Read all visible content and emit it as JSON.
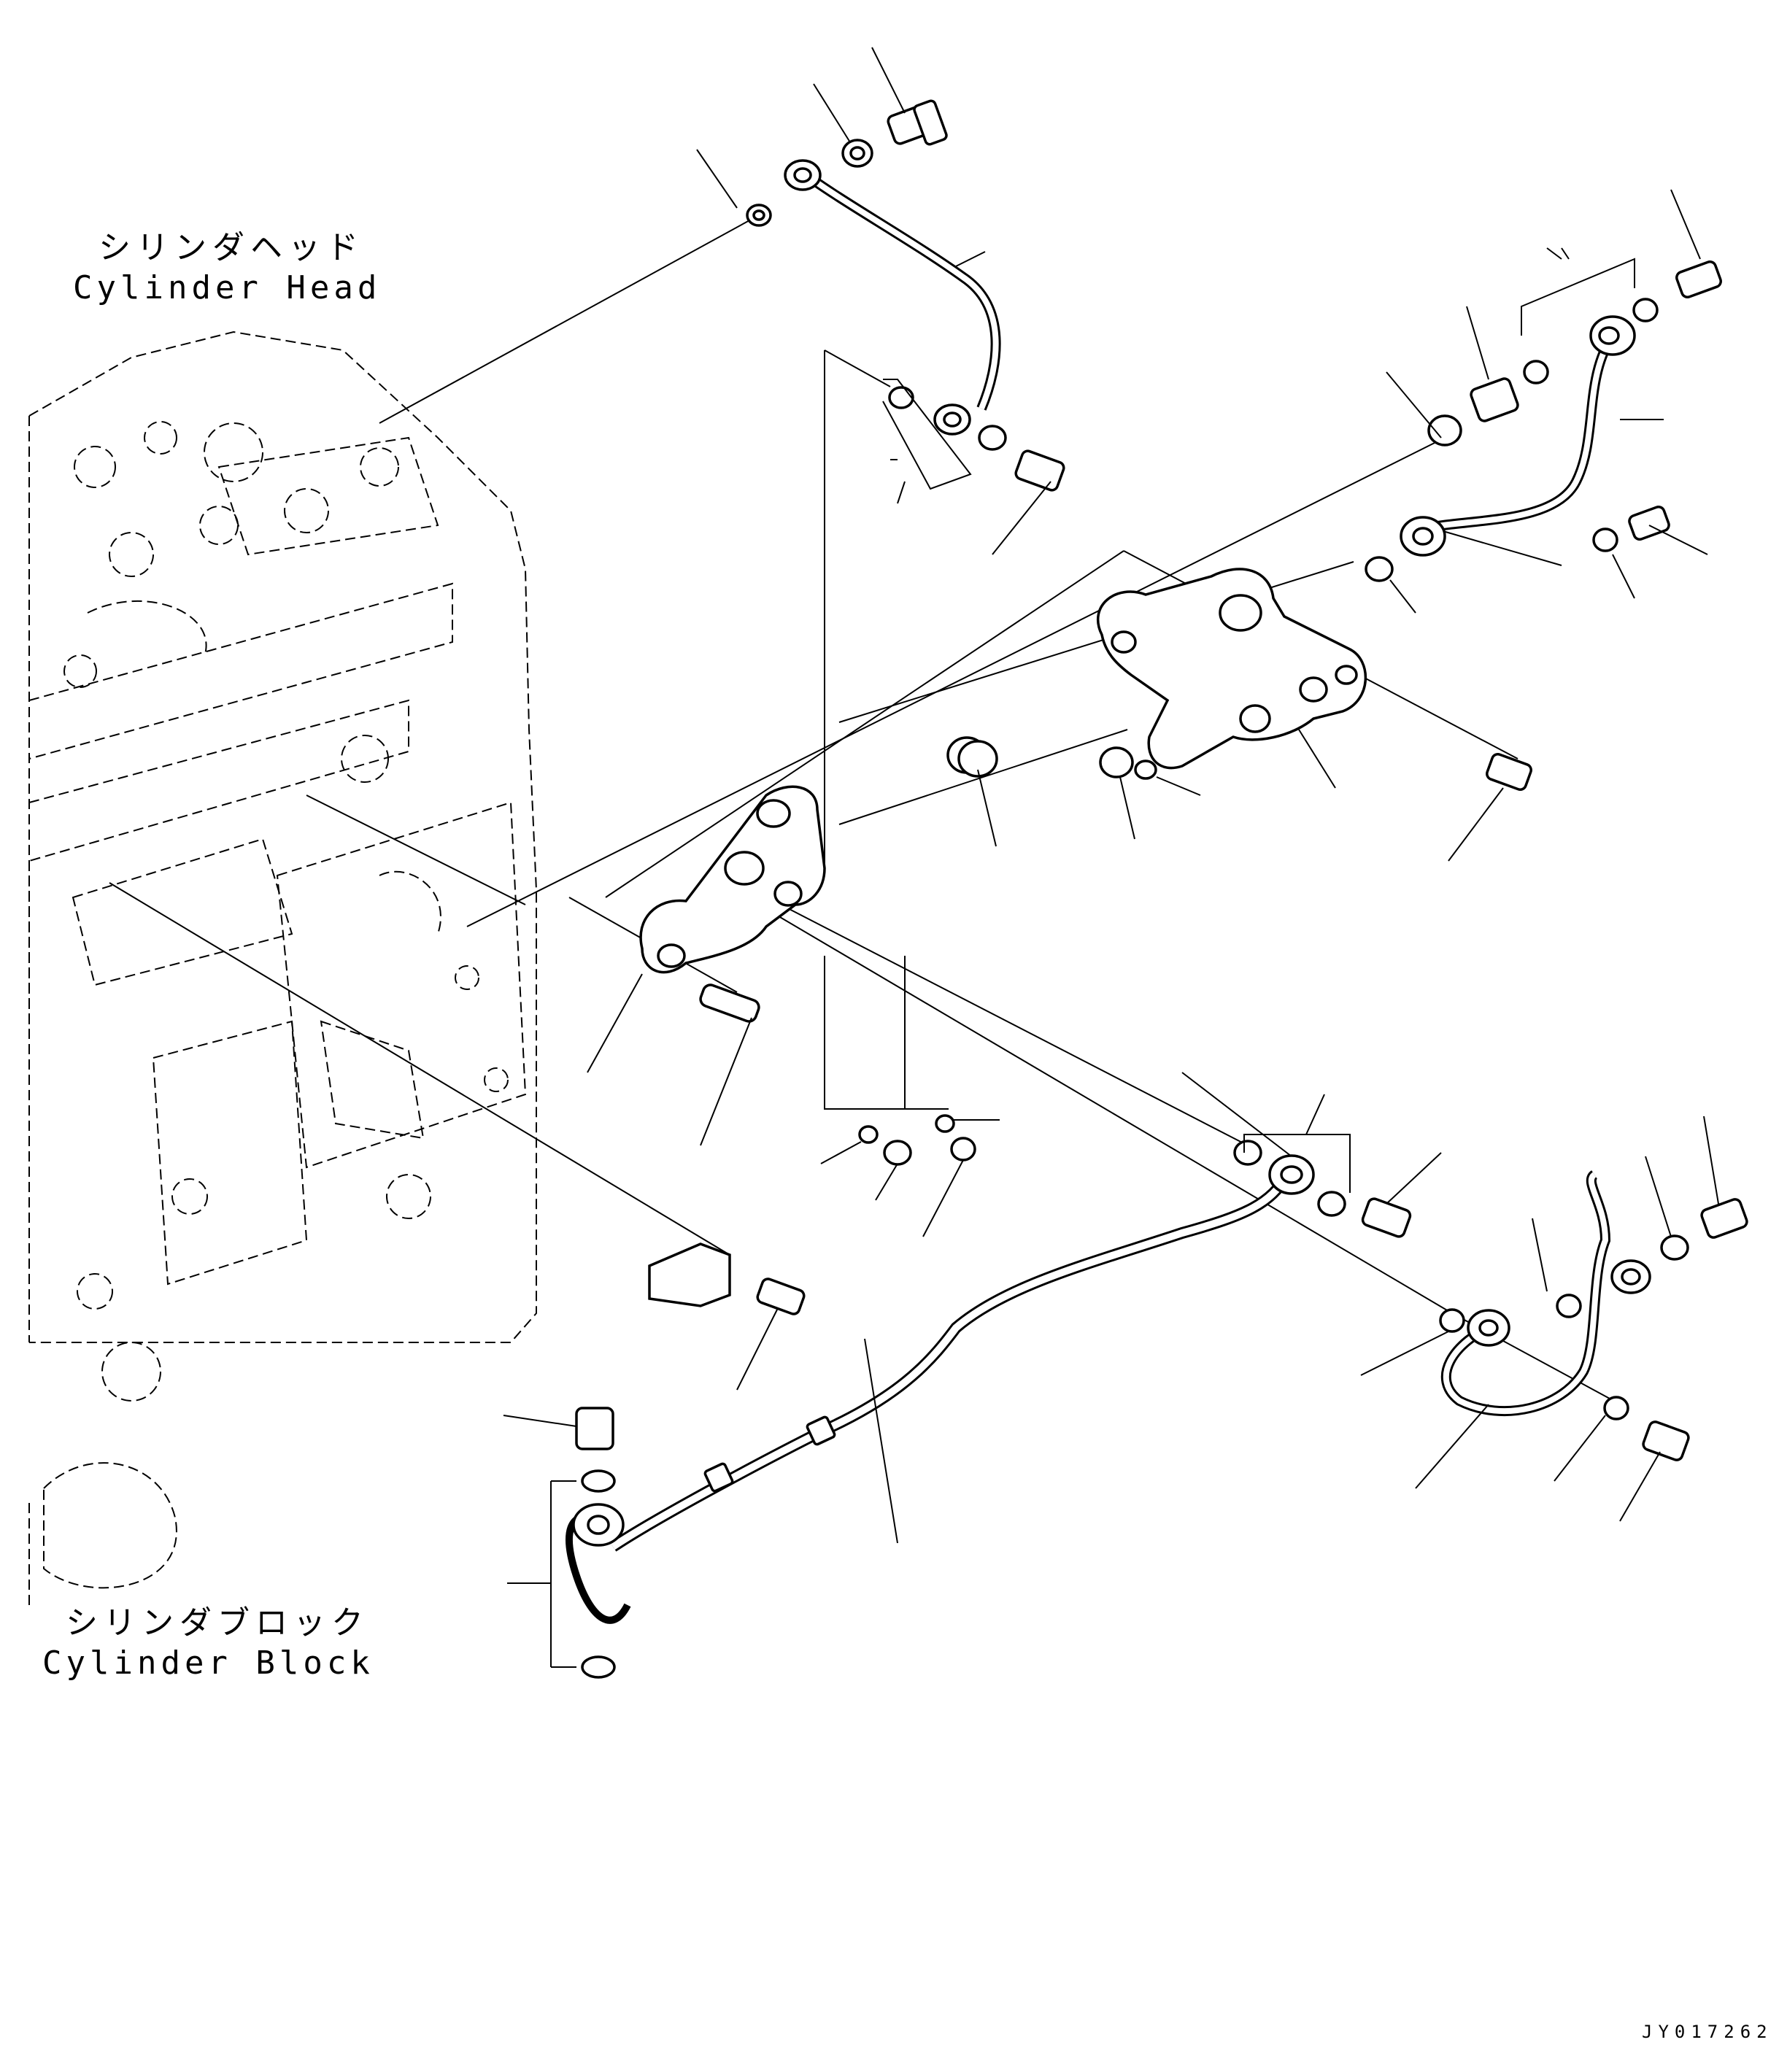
{
  "labels": {
    "cylinder_head_jp": "シリンダヘッド",
    "cylinder_head_en": "Cylinder Head",
    "cylinder_block_jp": "シリンダブロック",
    "cylinder_block_en": "Cylinder Block",
    "drawing_code": "JY017262"
  },
  "colors": {
    "ink": "#000000",
    "paper": "#ffffff"
  }
}
